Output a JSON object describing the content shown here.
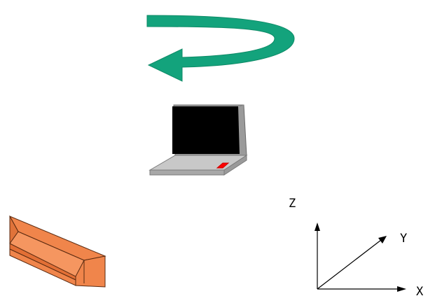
{
  "axes": {
    "x_label": "X",
    "y_label": "Y",
    "z_label": "Z"
  },
  "colors": {
    "arrow": "#13a37c",
    "laptop_body": "#c8c8c8",
    "laptop_screen": "#000000",
    "laptop_led": "#ff0000",
    "prism": "#f0854b"
  },
  "icons": [
    "rotation-arrow-icon",
    "laptop-icon",
    "triangular-prism-icon",
    "xyz-axes-icon"
  ]
}
